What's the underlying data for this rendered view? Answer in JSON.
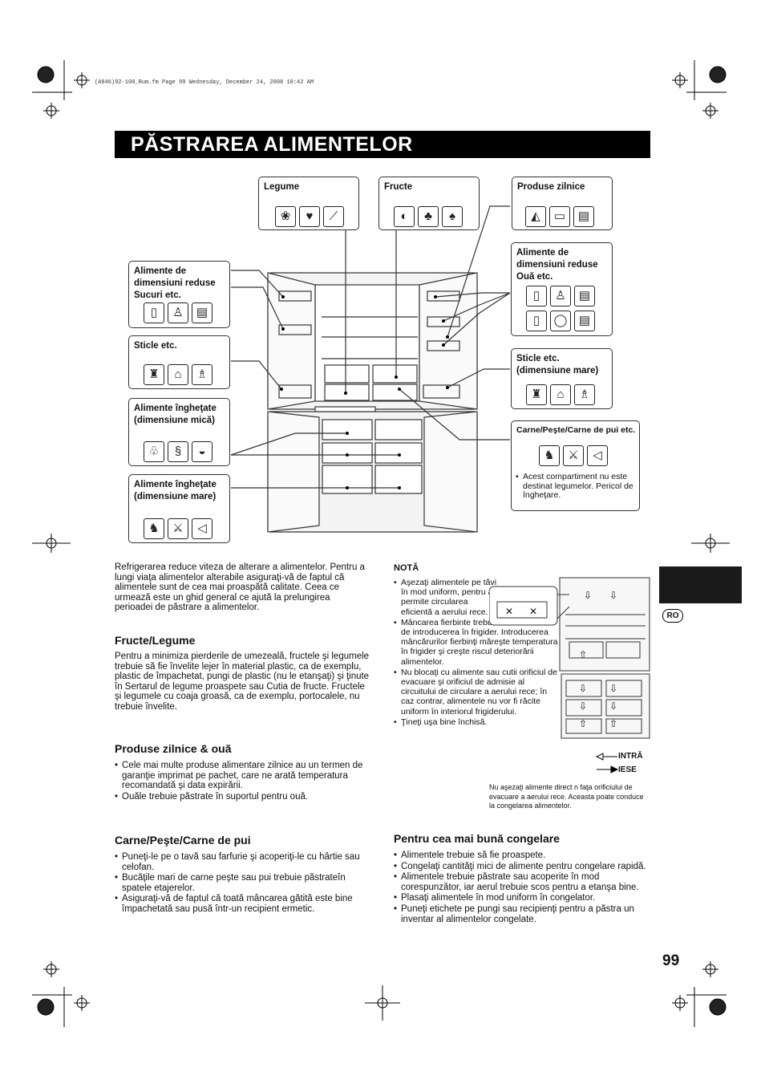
{
  "header_line": "(A946)92-100_Rum.fm  Page 99  Wednesday, December 24, 2008  10:42 AM",
  "title": "PĂSTRAREA ALIMENTELOR",
  "lang_badge": "RO",
  "page_number": "99",
  "labels": {
    "legume": "Legume",
    "fructe": "Fructe",
    "produse_zilnice": "Produse zilnice",
    "mici_sucuri": "Alimente de dimensiuni reduse Sucuri etc.",
    "sticle": "Sticle etc.",
    "inghetate_mica": "Alimente îngheţate (dimensiune mică)",
    "inghetate_mare": "Alimente îngheţate (dimensiune mare)",
    "mici_oua": "Alimente de dimensiuni reduse Ouă etc.",
    "sticle_mare": "Sticle etc. (dimensiune mare)",
    "carne": "Carne/Peşte/Carne de pui etc.",
    "carne_note": "Acest compartiment nu este destinat legumelor. Pericol de îngheţare."
  },
  "intro": "Refrigerarea reduce viteza de alterare a alimentelor. Pentru a lungi viaţa alimentelor alterabile asiguraţi-vă de faptul că alimentele sunt de cea mai proaspătă calitate. Ceea ce urmează este un ghid general ce ajută la prelungirea perioadei de păstrare a alimentelor.",
  "fructe_legume": {
    "heading": "Fructe/Legume",
    "text": "Pentru a minimiza pierderile de umezeală, fructele şi legumele trebuie să fie învelite lejer în material plastic, ca de exemplu, plastic de împachetat, pungi de plastic (nu le etanşaţi) şi ţinute în Sertarul de legume proaspete sau Cutia de fructe. Fructele şi legumele cu coaja groasă, ca de exemplu, portocalele, nu trebuie învelite."
  },
  "produse_oua": {
    "heading": "Produse zilnice & ouă",
    "items": [
      "Cele mai multe produse alimentare zilnice au un termen de garanţie imprimat pe pachet, care ne arată temperatura recomandată şi data expirării.",
      "Ouăle trebuie păstrate în suportul pentru ouă."
    ]
  },
  "carne_section": {
    "heading": "Carne/Peşte/Carne de pui",
    "items": [
      "Puneţi-le pe o tavă sau farfurie şi acoperiţi-le cu hârtie sau celofan.",
      "Bucăţile mari de carne peşte sau pui trebuie păstrateîn spatele etajerelor.",
      "Asiguraţi-vă de faptul că toată mâncarea gătită este bine împachetată sau pusă într-un recipient ermetic."
    ]
  },
  "nota": {
    "heading": "NOTĂ",
    "items": [
      "Aşezaţi alimentele pe tăvi în mod uniform, pentru a permite circularea eficientă a aerului rece.",
      "Mâncarea fierbinte trebuie răcită înainte de introducerea în frigider. Introducerea mâncărurilor fierbinţi măreşte temperatura în frigider şi creşte riscul deteriorării alimentelor.",
      "Nu blocaţi cu alimente sau cutii orificiul de evacuare şi orificiul de admisie al circuitului de circulare a aerului rece; în caz contrar, alimentele nu vor fi răcite uniform în interiorul frigiderului.",
      "Ţineţi uşa bine închisă."
    ]
  },
  "legend": {
    "in": "INTRĂ",
    "out": "IESE"
  },
  "diagram_caption": "Nu aşezaţi alimente direct n faţa orificiului de evacuare a aerului rece. Aceasta poate conduce la congelarea alimentelor.",
  "congelare": {
    "heading": "Pentru cea mai bună congelare",
    "items": [
      "Alimentele trebuie să fie proaspete.",
      "Congelaţi cantităţi mici de alimente pentru congelare rapidă.",
      "Alimentele trebuie păstrate sau acoperite în mod corespunzător, iar aerul trebuie scos pentru a etanşa bine.",
      "Plasaţi alimentele în mod uniform în congelator.",
      "Puneţi etichete pe pungi sau recipienţi pentru a păstra un inventar al alimentelor congelate."
    ]
  }
}
